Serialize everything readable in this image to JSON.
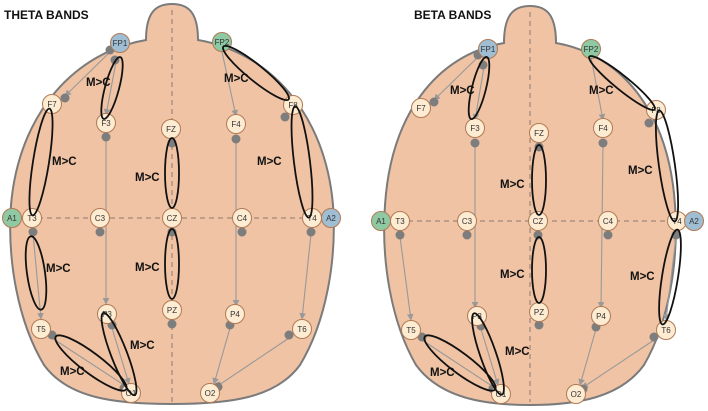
{
  "panels": [
    {
      "title": "THETA BANDS",
      "electrodes": [
        {
          "id": "FP1",
          "label": "FP1",
          "color": "#9fbed4"
        },
        {
          "id": "FP2",
          "label": "FP2",
          "color": "#8fc9a3"
        },
        {
          "id": "F7",
          "label": "F7",
          "color": "#fdebd2"
        },
        {
          "id": "F3",
          "label": "F3",
          "color": "#fdebd2"
        },
        {
          "id": "FZ",
          "label": "FZ",
          "color": "#fdebd2"
        },
        {
          "id": "F4",
          "label": "F4",
          "color": "#fdebd2"
        },
        {
          "id": "F8",
          "label": "F8",
          "color": "#fdebd2"
        },
        {
          "id": "A1",
          "label": "A1",
          "color": "#8fc9a3"
        },
        {
          "id": "T3",
          "label": "T3",
          "color": "#fdebd2"
        },
        {
          "id": "C3",
          "label": "C3",
          "color": "#fdebd2"
        },
        {
          "id": "CZ",
          "label": "CZ",
          "color": "#fdebd2"
        },
        {
          "id": "C4",
          "label": "C4",
          "color": "#fdebd2"
        },
        {
          "id": "T4",
          "label": "T4",
          "color": "#fdebd2"
        },
        {
          "id": "A2",
          "label": "A2",
          "color": "#9fbed4"
        },
        {
          "id": "T5",
          "label": "T5",
          "color": "#fdebd2"
        },
        {
          "id": "P3",
          "label": "P3",
          "color": "#fdebd2"
        },
        {
          "id": "PZ",
          "label": "PZ",
          "color": "#fdebd2"
        },
        {
          "id": "P4",
          "label": "P4",
          "color": "#fdebd2"
        },
        {
          "id": "T6",
          "label": "T6",
          "color": "#fdebd2"
        },
        {
          "id": "O1",
          "label": "O1",
          "color": "#fdebd2"
        },
        {
          "id": "O2",
          "label": "O2",
          "color": "#fdebd2"
        }
      ],
      "comparisons": [
        {
          "id": "fp1-f3",
          "label": "M>C"
        },
        {
          "id": "fp2-f8",
          "label": "M>C"
        },
        {
          "id": "f7-t3",
          "label": "M>C"
        },
        {
          "id": "fz-cz",
          "label": "M>C"
        },
        {
          "id": "f8-t4",
          "label": "M>C"
        },
        {
          "id": "t3-t5",
          "label": "M>C"
        },
        {
          "id": "cz-pz",
          "label": "M>C"
        },
        {
          "id": "p3-o1",
          "label": "M>C"
        },
        {
          "id": "t5-o1",
          "label": "M>C"
        }
      ]
    },
    {
      "title": "BETA BANDS",
      "electrodes": [
        {
          "id": "FP1",
          "label": "FP1",
          "color": "#9fbed4"
        },
        {
          "id": "FP2",
          "label": "FP2",
          "color": "#8fc9a3"
        },
        {
          "id": "F7",
          "label": "F7",
          "color": "#fdebd2"
        },
        {
          "id": "F3",
          "label": "F3",
          "color": "#fdebd2"
        },
        {
          "id": "FZ",
          "label": "FZ",
          "color": "#fdebd2"
        },
        {
          "id": "F4",
          "label": "F4",
          "color": "#fdebd2"
        },
        {
          "id": "F8",
          "label": "F8",
          "color": "#fdebd2"
        },
        {
          "id": "A1",
          "label": "A1",
          "color": "#8fc9a3"
        },
        {
          "id": "T3",
          "label": "T3",
          "color": "#fdebd2"
        },
        {
          "id": "C3",
          "label": "C3",
          "color": "#fdebd2"
        },
        {
          "id": "CZ",
          "label": "CZ",
          "color": "#fdebd2"
        },
        {
          "id": "C4",
          "label": "C4",
          "color": "#fdebd2"
        },
        {
          "id": "T4",
          "label": "T4",
          "color": "#fdebd2"
        },
        {
          "id": "A2",
          "label": "A2",
          "color": "#9fbed4"
        },
        {
          "id": "T5",
          "label": "T5",
          "color": "#fdebd2"
        },
        {
          "id": "P3",
          "label": "P3",
          "color": "#fdebd2"
        },
        {
          "id": "PZ",
          "label": "PZ",
          "color": "#fdebd2"
        },
        {
          "id": "P4",
          "label": "P4",
          "color": "#fdebd2"
        },
        {
          "id": "T6",
          "label": "T6",
          "color": "#fdebd2"
        },
        {
          "id": "O1",
          "label": "O1",
          "color": "#fdebd2"
        },
        {
          "id": "O2",
          "label": "O2",
          "color": "#fdebd2"
        }
      ],
      "comparisons": [
        {
          "id": "fp1-f3",
          "label": "M>C"
        },
        {
          "id": "fp2-f8",
          "label": "M>C"
        },
        {
          "id": "fz-cz",
          "label": "M>C"
        },
        {
          "id": "f8-t4",
          "label": "M>C"
        },
        {
          "id": "cz-pz",
          "label": "M>C"
        },
        {
          "id": "t4-t6",
          "label": "M>C"
        },
        {
          "id": "p3-o1",
          "label": "M>C"
        },
        {
          "id": "t5-o1",
          "label": "M>C"
        }
      ]
    }
  ],
  "colors": {
    "scalp": "#efc3a4",
    "scalp_outline": "#7b7b7b",
    "electrode_border": "#b07a55",
    "connector_dot": "#7d7d7d",
    "arrow": "#999999",
    "highlight_ellipse": "#111111"
  }
}
